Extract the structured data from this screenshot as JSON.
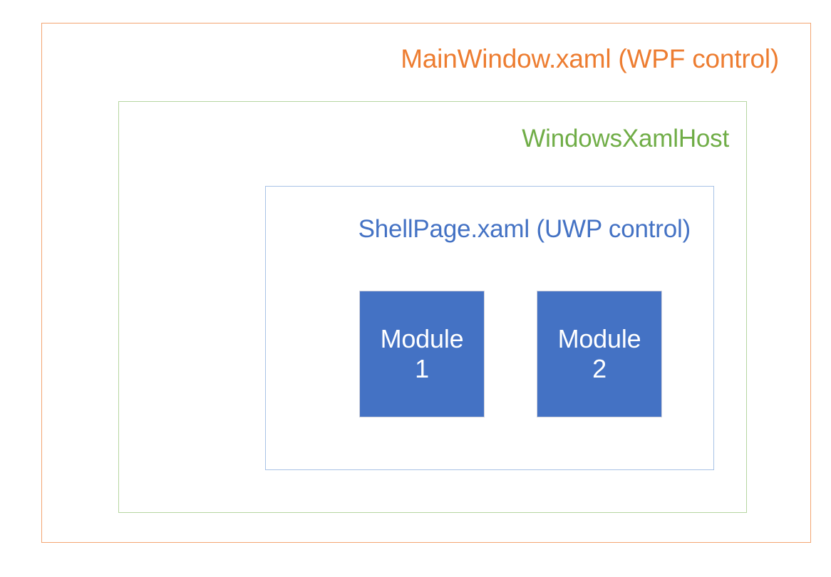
{
  "diagram": {
    "type": "nested-containers",
    "background_color": "#FFFFFF",
    "layers": {
      "outer": {
        "label": "MainWindow.xaml (WPF control)",
        "text_color": "#ED7D31",
        "border_color": "#F3A571"
      },
      "middle": {
        "label": "WindowsXamlHost",
        "text_color": "#70AD47",
        "border_color": "#B6D6A1"
      },
      "inner": {
        "label": "ShellPage.xaml (UWP control)",
        "text_color": "#4472C4",
        "border_color": "#A8C2E6"
      }
    },
    "modules": [
      {
        "name_line_1": "Module",
        "name_line_2": "1",
        "fill_color": "#4472C4",
        "text_color": "#FFFFFF",
        "border_color": "#D4D4DC"
      },
      {
        "name_line_1": "Module",
        "name_line_2": "2",
        "fill_color": "#4472C4",
        "text_color": "#FFFFFF",
        "border_color": "#D4D4DC"
      }
    ]
  }
}
